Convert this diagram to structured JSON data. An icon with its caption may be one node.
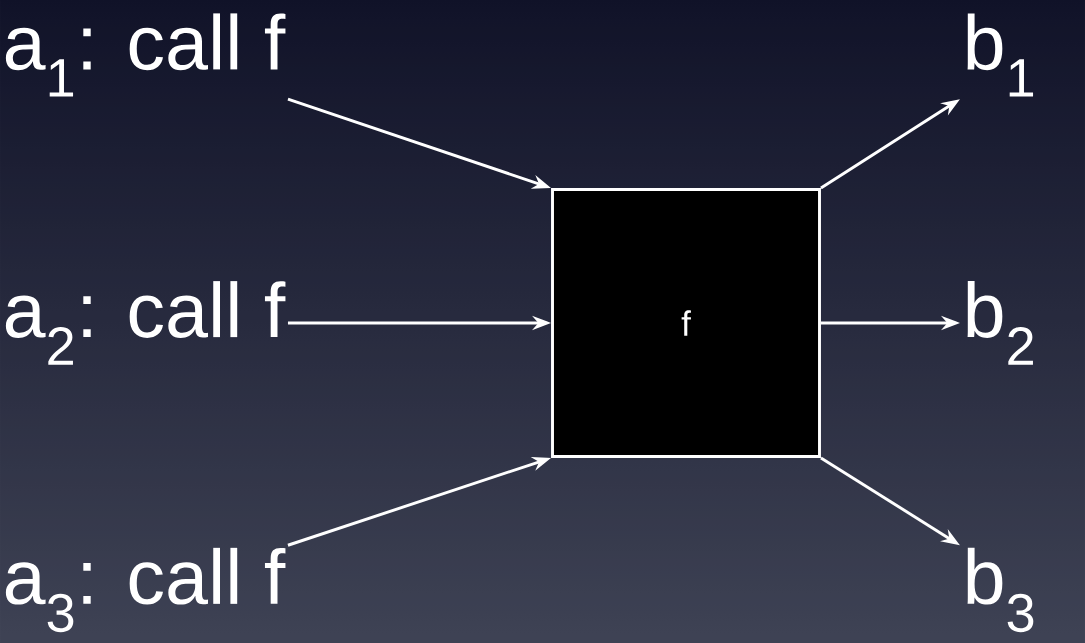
{
  "diagram": {
    "nodes": [
      {
        "text": [
          "a$_{1}$: call f"
        ]
      },
      {
        "text": [
          "a$_{2}$: call f"
        ]
      },
      {
        "text": [
          "a$_{3}$: call f"
        ]
      },
      {
        "text": [
          "f"
        ]
      },
      {
        "text": [
          "b$_{1}$"
        ]
      },
      {
        "text": [
          "b$_{2}$"
        ]
      },
      {
        "text": [
          "b$_{3}$"
        ]
      }
    ],
    "edges": [
      {
        "from": 0,
        "to": 3,
        "arrow": "to"
      },
      {
        "from": 1,
        "to": 3,
        "arrow": "to"
      },
      {
        "from": 2,
        "to": 3,
        "arrow": "to"
      },
      {
        "from": 3,
        "to": 4,
        "arrow": "to"
      },
      {
        "from": 3,
        "to": 5,
        "arrow": "to"
      },
      {
        "from": 3,
        "to": 6,
        "arrow": "to"
      }
    ]
  }
}
